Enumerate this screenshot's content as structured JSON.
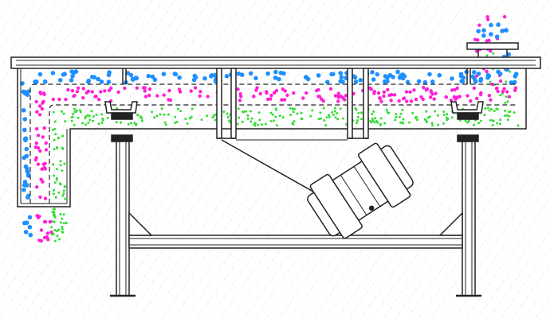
{
  "diagram": {
    "subject": "vibrating-screen-side-section",
    "layers": [
      {
        "id": "coarse",
        "color": "#1e90ff"
      },
      {
        "id": "medium",
        "color": "#ff1fd6"
      },
      {
        "id": "fine",
        "color": "#33dd33"
      }
    ],
    "colors": {
      "line": "#222222",
      "hatch": "#d9d9d9",
      "background": "#ffffff"
    }
  }
}
